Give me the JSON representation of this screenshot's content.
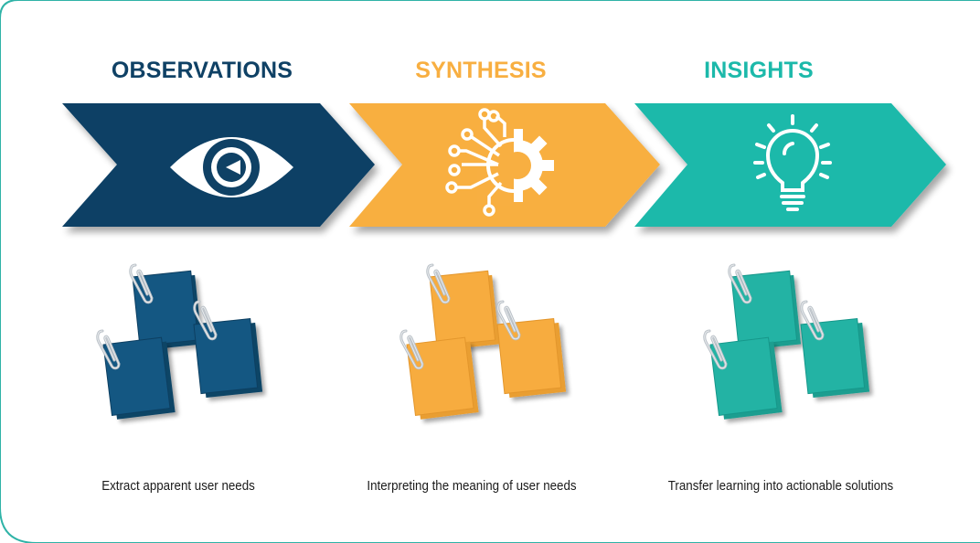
{
  "colors": {
    "observations": "#0f4165",
    "synthesis": "#f8af41",
    "insights": "#1cb9aa",
    "frame": "#2fb3a7",
    "paper_observations": "#145782",
    "paper_synthesis": "#f7ac3f",
    "paper_insights": "#23b3a4"
  },
  "stages": [
    {
      "title": "OBSERVATIONS",
      "icon": "eye-icon",
      "description": "Extract apparent user needs"
    },
    {
      "title": "SYNTHESIS",
      "icon": "circuit-gear-icon",
      "description": "Interpreting the meaning of user needs"
    },
    {
      "title": "INSIGHTS",
      "icon": "lightbulb-icon",
      "description": "Transfer learning into actionable solutions"
    }
  ]
}
